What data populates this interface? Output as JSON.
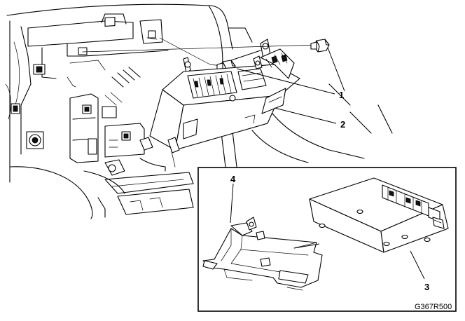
{
  "diagram": {
    "figure_id": "G367R500",
    "callouts": [
      {
        "id": "1",
        "label": "1"
      },
      {
        "id": "2",
        "label": "2"
      },
      {
        "id": "3",
        "label": "3"
      },
      {
        "id": "4",
        "label": "4"
      }
    ]
  },
  "colors": {
    "line": "#000000",
    "background": "#ffffff"
  }
}
